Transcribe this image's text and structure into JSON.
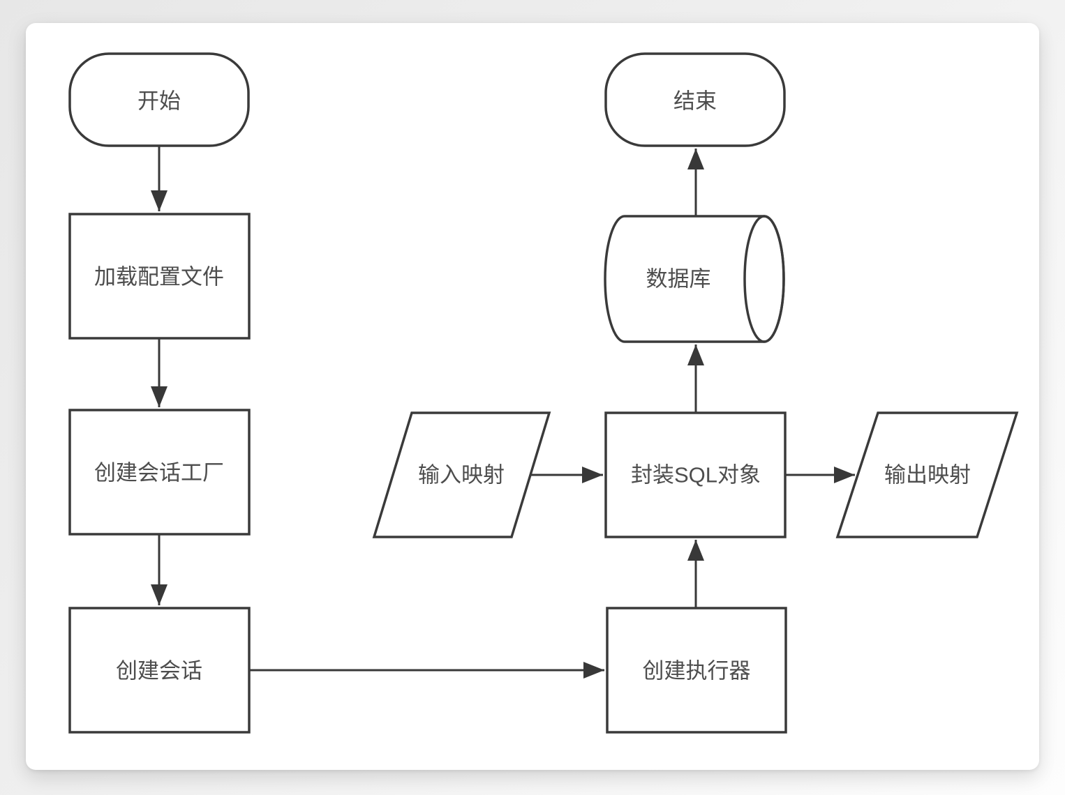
{
  "diagram": {
    "type": "flowchart",
    "colors": {
      "stroke": "#3a3a3a",
      "text": "#4d4d4d",
      "node_fill": "#ffffff",
      "canvas_bg": "#ffffff",
      "page_bg": "#ececec"
    },
    "nodes": {
      "start": {
        "label": "开始",
        "shape": "terminator"
      },
      "load_config": {
        "label": "加载配置文件",
        "shape": "process"
      },
      "create_factory": {
        "label": "创建会话工厂",
        "shape": "process"
      },
      "create_session": {
        "label": "创建会话",
        "shape": "process"
      },
      "create_executor": {
        "label": "创建执行器",
        "shape": "process"
      },
      "wrap_sql": {
        "label": "封装SQL对象",
        "shape": "process"
      },
      "input_mapping": {
        "label": "输入映射",
        "shape": "data-parallelogram"
      },
      "output_mapping": {
        "label": "输出映射",
        "shape": "data-parallelogram"
      },
      "database": {
        "label": "数据库",
        "shape": "cylinder"
      },
      "end": {
        "label": "结束",
        "shape": "terminator"
      }
    },
    "edges": [
      {
        "from": "start",
        "to": "load_config",
        "direction": "down"
      },
      {
        "from": "load_config",
        "to": "create_factory",
        "direction": "down"
      },
      {
        "from": "create_factory",
        "to": "create_session",
        "direction": "down"
      },
      {
        "from": "create_session",
        "to": "create_executor",
        "direction": "right"
      },
      {
        "from": "create_executor",
        "to": "wrap_sql",
        "direction": "up"
      },
      {
        "from": "input_mapping",
        "to": "wrap_sql",
        "direction": "right"
      },
      {
        "from": "wrap_sql",
        "to": "output_mapping",
        "direction": "right"
      },
      {
        "from": "wrap_sql",
        "to": "database",
        "direction": "up"
      },
      {
        "from": "database",
        "to": "end",
        "direction": "up"
      }
    ]
  }
}
